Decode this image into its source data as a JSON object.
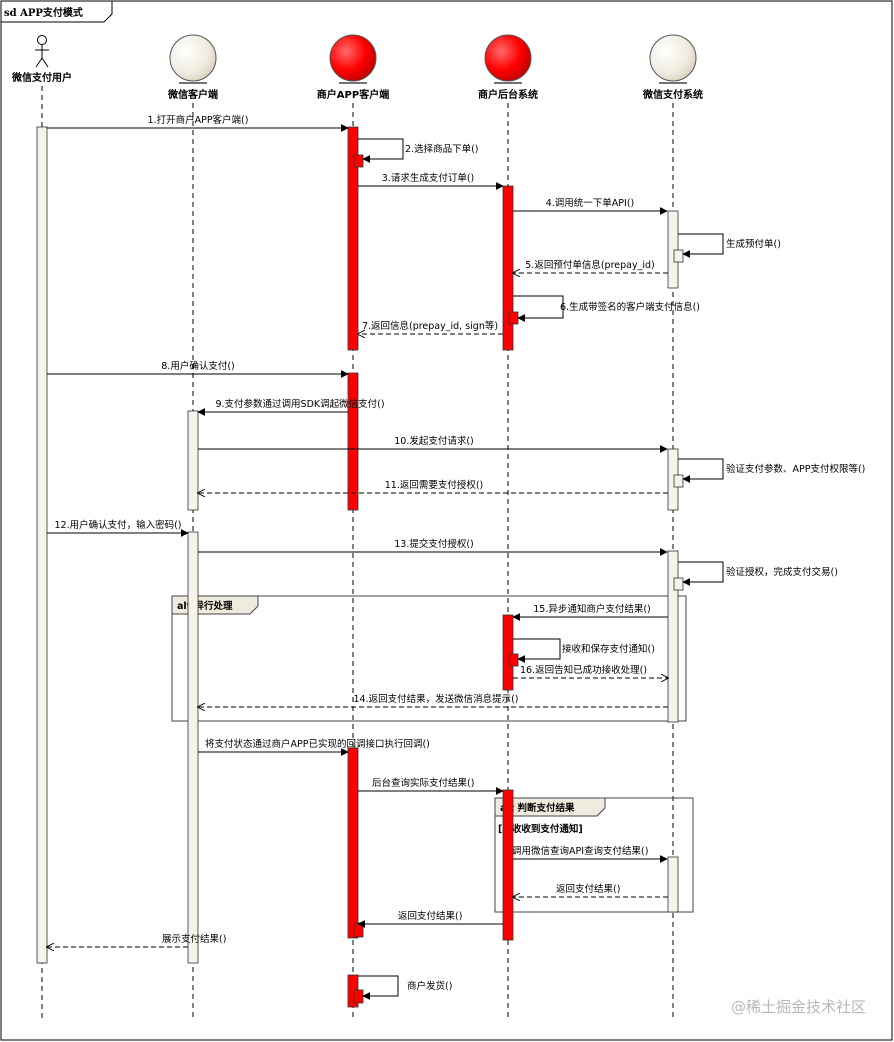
{
  "frame": {
    "title": "sd APP支付模式"
  },
  "actors": [
    {
      "id": "user",
      "name": "微信支付用户",
      "kind": "stick",
      "color": "#ffffff"
    },
    {
      "id": "wxclient",
      "name": "微信客户端",
      "kind": "ball",
      "color": "#f0ece0"
    },
    {
      "id": "app",
      "name": "商户APP客户端",
      "kind": "ball",
      "color": "#ff0000"
    },
    {
      "id": "backend",
      "name": "商户后台系统",
      "kind": "ball",
      "color": "#ff0000"
    },
    {
      "id": "wxpay",
      "name": "微信支付系统",
      "kind": "ball",
      "color": "#f0ece0"
    }
  ],
  "messages": [
    {
      "id": "m1",
      "text": "1.打开商户APP客户端()"
    },
    {
      "id": "m2",
      "text": "2.选择商品下单()"
    },
    {
      "id": "m3",
      "text": "3.请求生成支付订单()"
    },
    {
      "id": "m4",
      "text": "4.调用统一下单API()"
    },
    {
      "id": "m4b",
      "text": "生成预付单()"
    },
    {
      "id": "m5",
      "text": "5.返回预付单信息(prepay_id)"
    },
    {
      "id": "m6",
      "text": "6.生成带签名的客户端支付信息()"
    },
    {
      "id": "m7",
      "text": "7.返回信息(prepay_id, sign等)"
    },
    {
      "id": "m8",
      "text": "8.用户确认支付()"
    },
    {
      "id": "m9",
      "text": "9.支付参数通过调用SDK调起微信支付()"
    },
    {
      "id": "m10",
      "text": "10.发起支付请求()"
    },
    {
      "id": "m10b",
      "text": "验证支付参数、APP支付权限等()"
    },
    {
      "id": "m11",
      "text": "11.返回需要支付授权()"
    },
    {
      "id": "m12",
      "text": "12.用户确认支付，输入密码()"
    },
    {
      "id": "m13",
      "text": "13.提交支付授权()"
    },
    {
      "id": "m13b",
      "text": "验证授权，完成支付交易()"
    },
    {
      "id": "m15",
      "text": "15.异步通知商户支付结果()"
    },
    {
      "id": "m15b",
      "text": "接收和保存支付通知()"
    },
    {
      "id": "m16",
      "text": "16.返回告知已成功接收处理()"
    },
    {
      "id": "m14",
      "text": "14.返回支付结果，发送微信消息提示()"
    },
    {
      "id": "m17",
      "text": "将支付状态通过商户APP已实现的回调接口执行回调()"
    },
    {
      "id": "m18",
      "text": "后台查询实际支付结果()"
    },
    {
      "id": "m19",
      "text": "调用微信查询API查询支付结果()"
    },
    {
      "id": "m20",
      "text": "返回支付结果()"
    },
    {
      "id": "m21",
      "text": "返回支付结果()"
    },
    {
      "id": "m22",
      "text": "展示支付结果()"
    },
    {
      "id": "m23",
      "text": "商户发货()"
    }
  ],
  "fragments": [
    {
      "id": "f1",
      "label": "alt 异行处理"
    },
    {
      "id": "f2",
      "label": "alt 判断支付结果",
      "guard": "[未收收到支付通知]"
    }
  ],
  "watermark": "@稀土掘金技术社区"
}
